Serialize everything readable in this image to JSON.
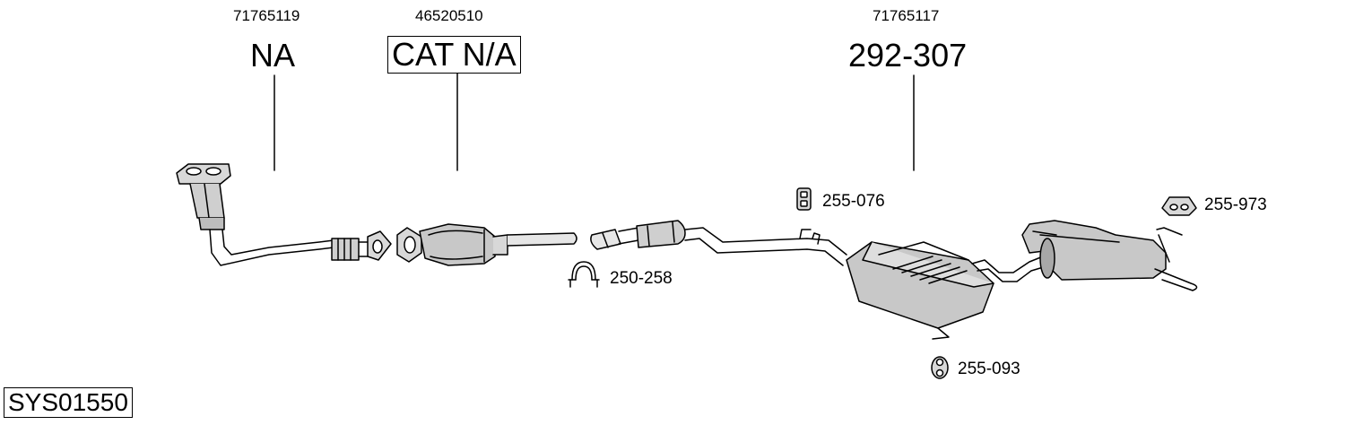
{
  "parts": [
    {
      "id": "front-pipe",
      "oem": "71765119",
      "code": "NA",
      "boxed": false
    },
    {
      "id": "catalytic-converter",
      "oem": "46520510",
      "code": "CAT N/A",
      "boxed": true
    },
    {
      "id": "rear-silencer",
      "oem": "71765117",
      "code": "292-307",
      "boxed": false
    }
  ],
  "accessories": [
    {
      "code": "255-076",
      "icon": "rubber-hanger-icon"
    },
    {
      "code": "255-973",
      "icon": "rubber-mount-icon"
    },
    {
      "code": "250-258",
      "icon": "clamp-icon"
    },
    {
      "code": "255-093",
      "icon": "rubber-ring-icon"
    }
  ],
  "system_code": "SYS01550"
}
